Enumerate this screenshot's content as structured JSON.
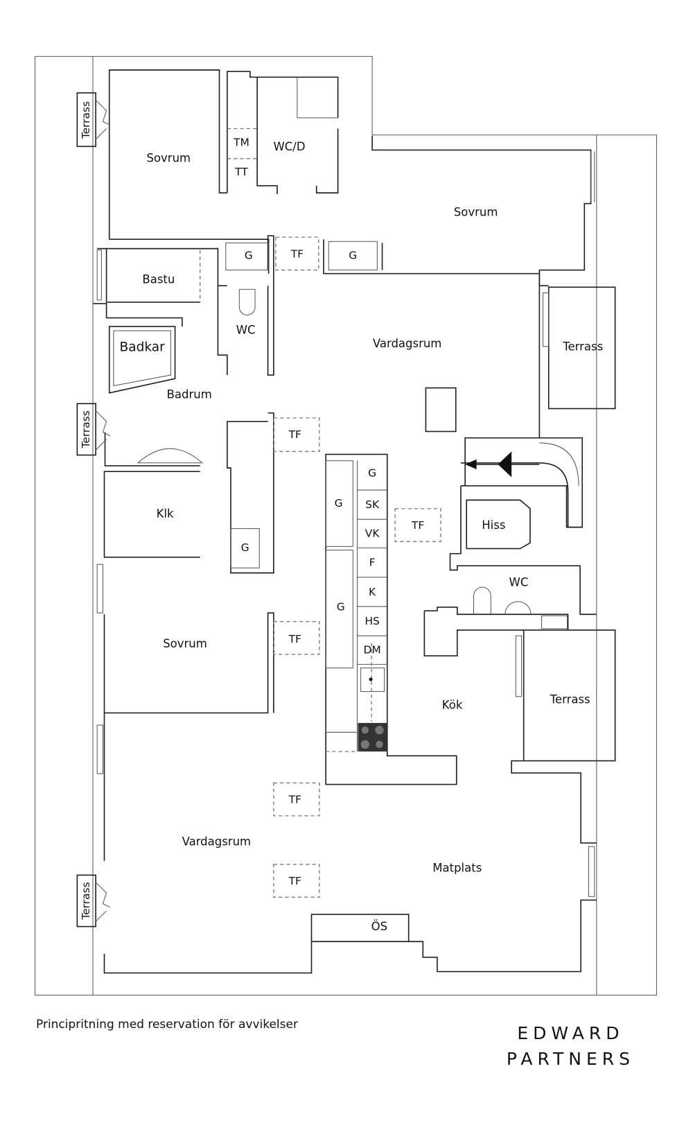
{
  "plan": {
    "rooms": {
      "sovrum_1": "Sovrum",
      "sovrum_2": "Sovrum",
      "sovrum_3": "Sovrum",
      "wc_d": "WC/D",
      "tm": "TM",
      "tt": "TT",
      "bastu": "Bastu",
      "wc_1": "WC",
      "wc_2": "WC",
      "badkar": "Badkar",
      "badrum": "Badrum",
      "vardagsrum_1": "Vardagsrum",
      "vardagsrum_2": "Vardagsrum",
      "klk": "Klk",
      "hiss": "Hiss",
      "kok": "Kök",
      "matplats": "Matplats",
      "os": "ÖS",
      "terrass_left_1": "Terrass",
      "terrass_left_2": "Terrass",
      "terrass_left_3": "Terrass",
      "terrass_right_1": "Terrass",
      "terrass_right_2": "Terrass"
    },
    "storage": {
      "g": "G",
      "tf": "TF"
    },
    "kitchen_units": [
      "G",
      "SK",
      "VK",
      "F",
      "K",
      "HS",
      "DM"
    ]
  },
  "footer": {
    "note": "Principritning med reservation för avvikelser",
    "brand_line1": "EDWARD",
    "brand_line2": "PARTNERS"
  }
}
